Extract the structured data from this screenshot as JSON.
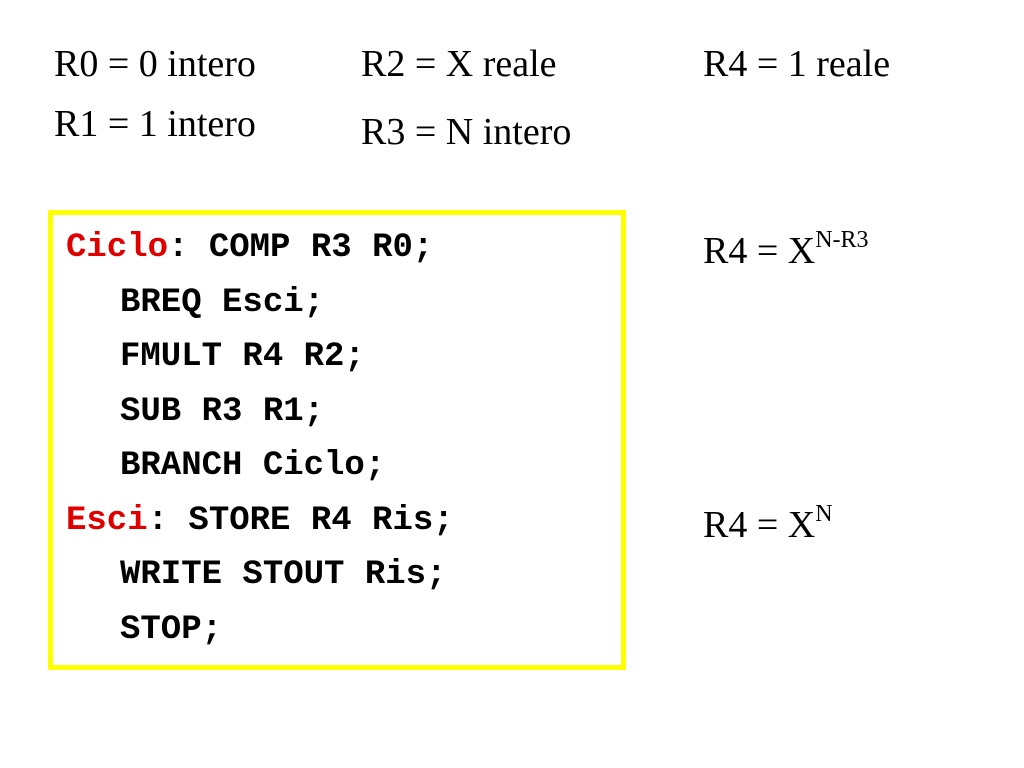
{
  "registers": {
    "r0": "R0 = 0 intero",
    "r1": "R1 = 1 intero",
    "r2": "R2 = X reale",
    "r3": "R3 = N intero",
    "r4": "R4 = 1 reale"
  },
  "notes": {
    "loop_base": "R4 = X",
    "loop_exp": "N-R3",
    "exit_base": "R4 = X",
    "exit_exp": "N"
  },
  "code": {
    "border_color": "#ffff00",
    "label_color": "#e00000",
    "lines": [
      {
        "label": "Ciclo",
        "text": ": COMP R3 R0;"
      },
      {
        "label": "",
        "text": "BREQ Esci;"
      },
      {
        "label": "",
        "text": "FMULT R4 R2;"
      },
      {
        "label": "",
        "text": "SUB R3 R1;"
      },
      {
        "label": "",
        "text": "BRANCH Ciclo;"
      },
      {
        "label": "Esci",
        "text": ": STORE R4 Ris;"
      },
      {
        "label": "",
        "text": "WRITE STOUT Ris;"
      },
      {
        "label": "",
        "text": "STOP;"
      }
    ]
  }
}
